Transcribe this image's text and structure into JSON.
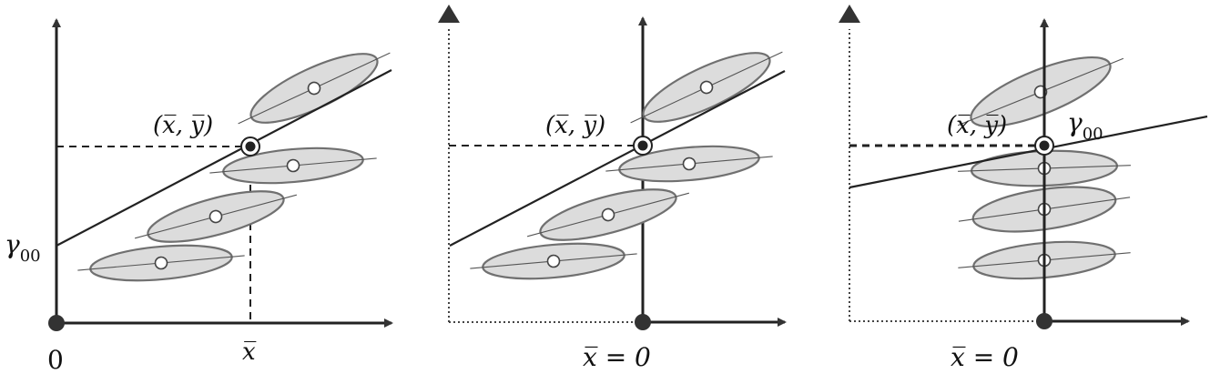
{
  "panels": [
    {
      "origin_label": "0",
      "x_label": "x̅̅",
      "point_label": "(x̅̅, y̅)",
      "intercept_label": "γ",
      "intercept_sub": "00"
    },
    {
      "x_label": "x̅̅ = 0",
      "point_label": "(x̅̅, y̅)"
    },
    {
      "x_label": "x̅̅ = 0",
      "point_label": "(x̅̅, y̅)",
      "intercept_label": "γ",
      "intercept_sub": "00"
    }
  ],
  "colors": {
    "ellipse_fill": "#dcdcdc",
    "ellipse_stroke": "#707070",
    "axis": "#222222"
  }
}
